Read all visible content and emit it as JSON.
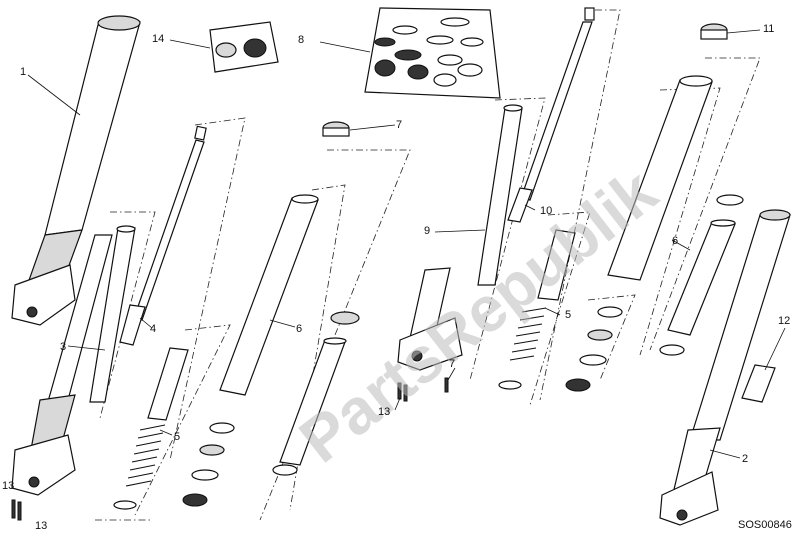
{
  "watermark": "PartsRepublik",
  "drawing_code": "SOS00846",
  "callouts": {
    "c1": "1",
    "c2": "2",
    "c3": "3",
    "c4": "4",
    "c5a": "5",
    "c5b": "5",
    "c6a": "6",
    "c6b": "6",
    "c7a": "7",
    "c7b": "7",
    "c8": "8",
    "c9": "9",
    "c10": "10",
    "c11": "11",
    "c12": "12",
    "c13a": "13",
    "c13b": "13",
    "c13c": "13",
    "c14": "14"
  },
  "colors": {
    "line": "#111111",
    "shade": "#d9d9d9",
    "watermark": "#bdbdbd"
  }
}
